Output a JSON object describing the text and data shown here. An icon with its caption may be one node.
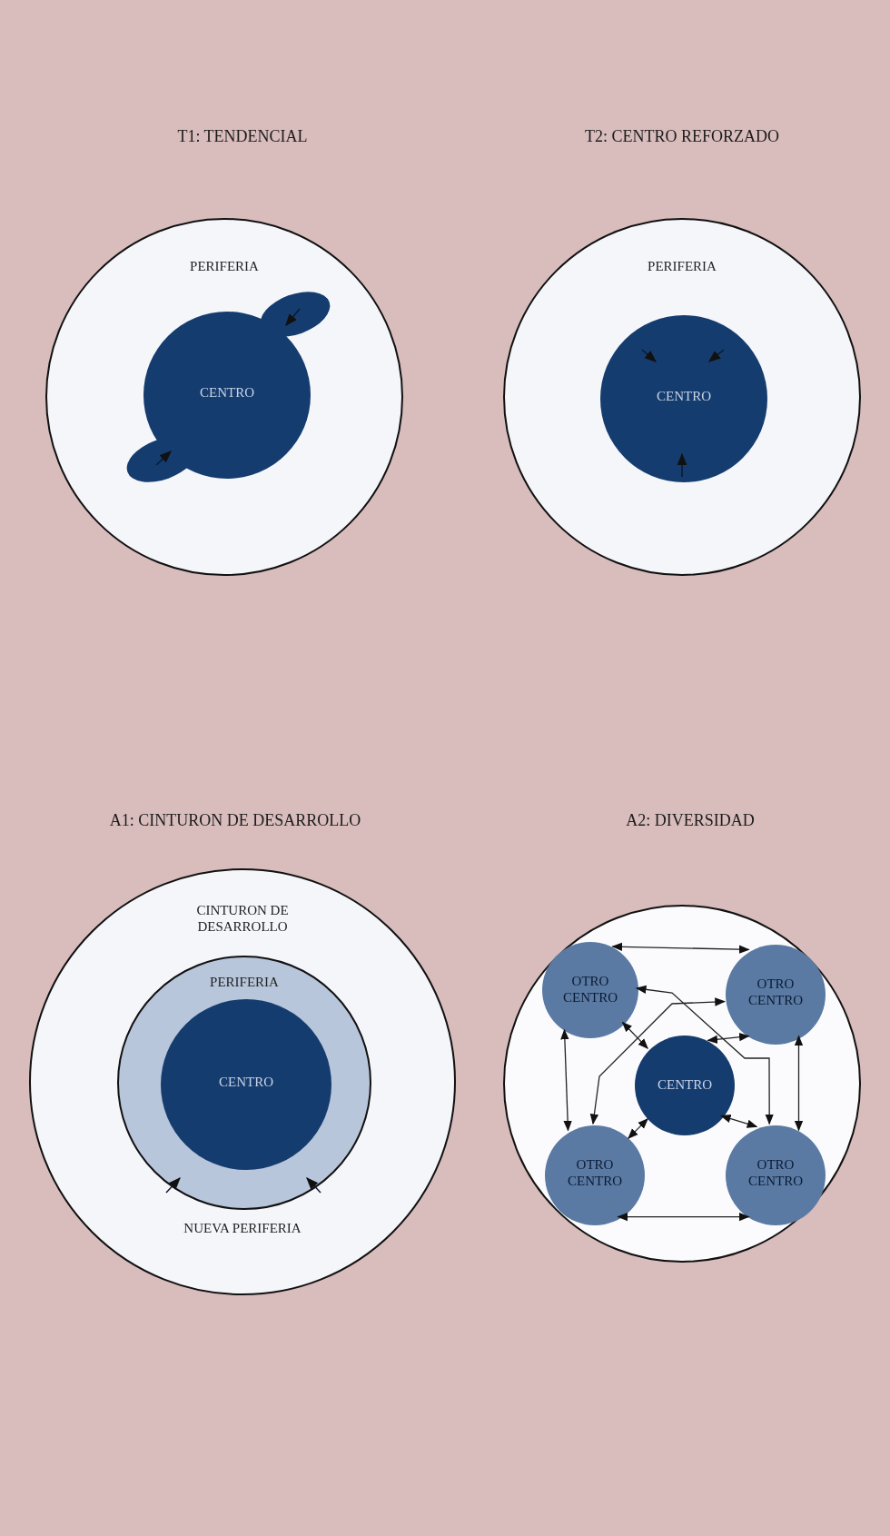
{
  "diagram": {
    "nodes": [
      {
        "text": [
          "PERIFERIA"
        ]
      },
      {
        "text": [
          "CENTRO"
        ],
        "in": 0
      },
      {
        "text": [
          "PERIFERIA"
        ]
      },
      {
        "text": [
          "CENTRO"
        ],
        "in": 2
      },
      {
        "text": [
          "CINTURON DE DESARROLLO",
          "NUEVA PERIFERIA"
        ]
      },
      {
        "text": [
          "PERIFERIA"
        ],
        "in": 4
      },
      {
        "text": [
          "CENTRO"
        ],
        "in": 5
      },
      {
        "text": [],
        "shape": "circle"
      },
      {
        "text": [
          "OTRO CENTRO"
        ],
        "in": 7
      },
      {
        "text": [
          "OTRO CENTRO"
        ],
        "in": 7
      },
      {
        "text": [
          "CENTRO"
        ],
        "in": 7
      },
      {
        "text": [
          "OTRO CENTRO"
        ],
        "in": 7
      },
      {
        "text": [
          "OTRO CENTRO"
        ],
        "in": 7
      }
    ],
    "edges": [
      {
        "from": 8,
        "to": 9,
        "arrow": "both"
      },
      {
        "from": 8,
        "to": 11,
        "arrow": "both"
      },
      {
        "from": 9,
        "to": 12,
        "arrow": "both"
      },
      {
        "from": 11,
        "to": 12,
        "arrow": "both"
      },
      {
        "from": 8,
        "to": 10,
        "arrow": "both"
      },
      {
        "from": 10,
        "to": 11,
        "arrow": "both"
      },
      {
        "from": 10,
        "to": 12,
        "arrow": "both"
      },
      {
        "from": 8,
        "to": 12,
        "arrow": "both"
      },
      {
        "from": 9,
        "to": 11,
        "arrow": "both"
      },
      {
        "from": 10,
        "to": 9,
        "arrow": "both"
      }
    ],
    "labels": [
      "T1: TENDENCIAL",
      "T2: CENTRO REFORZADO",
      "A1: CINTURON DE DESARROLLO",
      "A2: DIVERSIDAD"
    ]
  }
}
